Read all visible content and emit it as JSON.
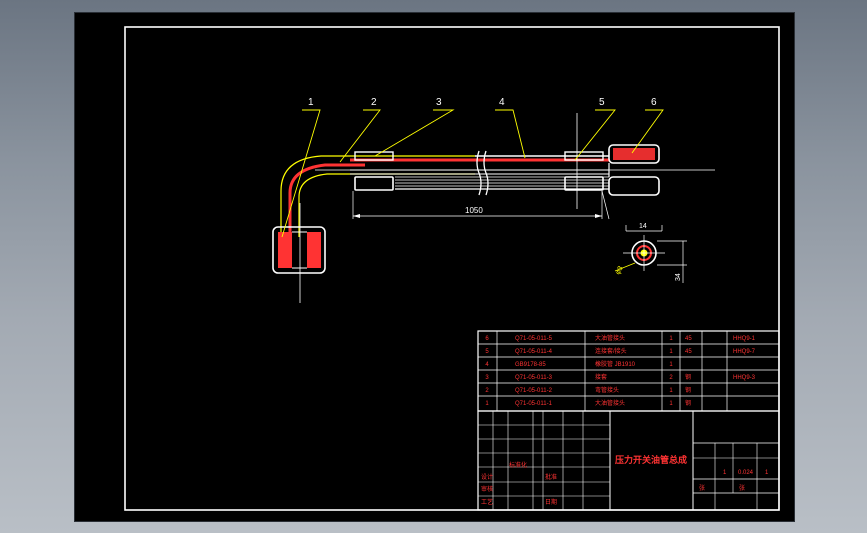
{
  "balloons": [
    "1",
    "2",
    "3",
    "4",
    "5",
    "6"
  ],
  "dimensions": {
    "length": "1050",
    "width": "14",
    "height": "34",
    "diameter": "φ3"
  },
  "bom": {
    "rows": [
      {
        "no": "6",
        "code": "Q71-05-011-5",
        "name": "大油管接头",
        "qty": "1",
        "mat": "45",
        "note": "HHQ9-1"
      },
      {
        "no": "5",
        "code": "Q71-05-011-4",
        "name": "连接套/接头",
        "qty": "1",
        "mat": "45",
        "note": "HHQ9-7"
      },
      {
        "no": "4",
        "code": "GB9178-85",
        "name": "橡胶管 JB1910",
        "qty": "1",
        "mat": "",
        "note": ""
      },
      {
        "no": "3",
        "code": "Q71-05-011-3",
        "name": "接套",
        "qty": "2",
        "mat": "钢",
        "note": "HHQ9-3"
      },
      {
        "no": "2",
        "code": "Q71-05-011-2",
        "name": "弯管接头",
        "qty": "1",
        "mat": "钢",
        "note": ""
      },
      {
        "no": "1",
        "code": "Q71-05-011-1",
        "name": "大油管接头",
        "qty": "1",
        "mat": "钢",
        "note": ""
      }
    ]
  },
  "title_block": {
    "drawing_title": "压力开关油管总成",
    "labels": [
      "设计",
      "审核",
      "工艺",
      "标准化",
      "批准",
      "日期"
    ],
    "right_values": [
      "1",
      "0.024",
      "1",
      "张",
      "张"
    ]
  },
  "colors": {
    "background": "#000000",
    "outline": "#ffffff",
    "leader": "#ffff00",
    "section": "#ff3333",
    "centerline": "#ffffff"
  }
}
